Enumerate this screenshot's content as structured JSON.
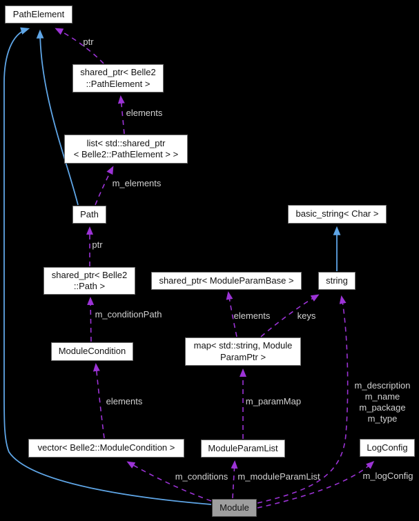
{
  "colors": {
    "background": "#000000",
    "node_fill": "#ffffff",
    "node_border": "#6e6e6e",
    "node_text": "#131313",
    "module_fill": "#9e9e9e",
    "module_border": "#4a4a4a",
    "edge_usage": "#9c33d6",
    "edge_inherit": "#5fa6e7",
    "edge_label": "#d2d2d2"
  },
  "nodes": {
    "path_element": {
      "label": "PathElement"
    },
    "shared_ptr_path_element": {
      "line1": "shared_ptr< Belle2",
      "line2": "::PathElement >"
    },
    "list_shared_ptr_path_element": {
      "line1": "list< std::shared_ptr",
      "line2": "< Belle2::PathElement > >"
    },
    "path": {
      "label": "Path"
    },
    "shared_ptr_path": {
      "line1": "shared_ptr< Belle2",
      "line2": "::Path >"
    },
    "module_condition": {
      "label": "ModuleCondition"
    },
    "vector_module_condition": {
      "label": "vector< Belle2::ModuleCondition >"
    },
    "shared_ptr_module_param_base": {
      "label": "shared_ptr< ModuleParamBase >"
    },
    "map_string_module_param_ptr": {
      "line1": "map< std::string, Module",
      "line2": "ParamPtr >"
    },
    "module_param_list": {
      "label": "ModuleParamList"
    },
    "basic_string_char": {
      "label": "basic_string< Char >"
    },
    "string": {
      "label": "string"
    },
    "log_config": {
      "label": "LogConfig"
    },
    "module": {
      "label": "Module"
    }
  },
  "edge_labels": {
    "ptr_to_path_element": "ptr",
    "elements_list": "elements",
    "m_elements": "m_elements",
    "ptr_to_path": "ptr",
    "m_condition_path": "m_conditionPath",
    "elements_vector": "elements",
    "elements_map": "elements",
    "keys": "keys",
    "m_param_map": "m_paramMap",
    "m_conditions": "m_conditions",
    "m_module_param_list": "m_moduleParamList",
    "module_string_fields": {
      "line1": "m_description",
      "line2": "m_name",
      "line3": "m_package",
      "line4": "m_type"
    },
    "m_log_config": "m_logConfig"
  },
  "edges": [
    {
      "from": "shared_ptr_path_element",
      "to": "path_element",
      "style": "dashed",
      "label": "ptr"
    },
    {
      "from": "list_shared_ptr_path_element",
      "to": "shared_ptr_path_element",
      "style": "dashed",
      "label": "elements"
    },
    {
      "from": "path",
      "to": "list_shared_ptr_path_element",
      "style": "dashed",
      "label": "m_elements"
    },
    {
      "from": "path",
      "to": "path_element",
      "style": "solid-inheritance",
      "label": ""
    },
    {
      "from": "shared_ptr_path",
      "to": "path",
      "style": "dashed",
      "label": "ptr"
    },
    {
      "from": "module_condition",
      "to": "shared_ptr_path",
      "style": "dashed",
      "label": "m_conditionPath"
    },
    {
      "from": "vector_module_condition",
      "to": "module_condition",
      "style": "dashed",
      "label": "elements"
    },
    {
      "from": "map_string_module_param_ptr",
      "to": "shared_ptr_module_param_base",
      "style": "dashed",
      "label": "elements"
    },
    {
      "from": "map_string_module_param_ptr",
      "to": "string",
      "style": "dashed",
      "label": "keys"
    },
    {
      "from": "string",
      "to": "basic_string_char",
      "style": "solid-inheritance",
      "label": ""
    },
    {
      "from": "module_param_list",
      "to": "map_string_module_param_ptr",
      "style": "dashed",
      "label": "m_paramMap"
    },
    {
      "from": "module",
      "to": "vector_module_condition",
      "style": "dashed",
      "label": "m_conditions"
    },
    {
      "from": "module",
      "to": "module_param_list",
      "style": "dashed",
      "label": "m_moduleParamList"
    },
    {
      "from": "module",
      "to": "string",
      "style": "dashed",
      "label": "m_description m_name m_package m_type"
    },
    {
      "from": "module",
      "to": "log_config",
      "style": "dashed",
      "label": "m_logConfig"
    },
    {
      "from": "module",
      "to": "path_element",
      "style": "solid-inheritance",
      "label": ""
    }
  ]
}
